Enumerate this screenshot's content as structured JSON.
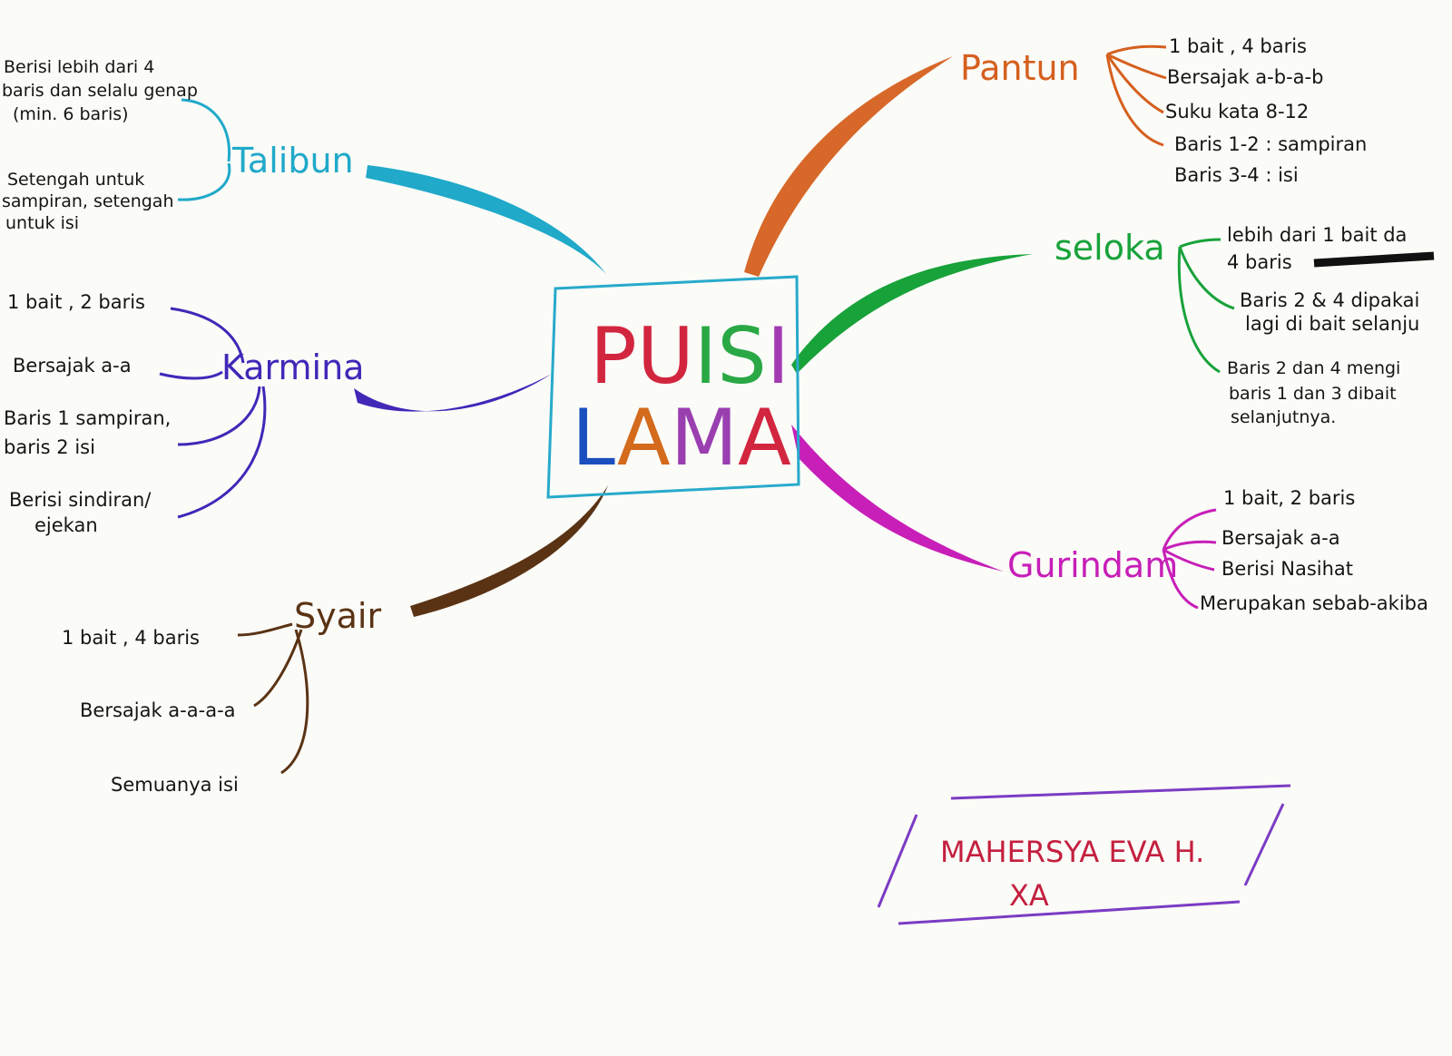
{
  "center": {
    "line1": "PUISI",
    "line2": "LAMA"
  },
  "letter_colors": [
    "#d2263f",
    "#d2263f",
    "#2aa845",
    "#2aa845",
    "#a43ab2",
    "#1b4fbf",
    "#d36a1c",
    "#9a3fb0",
    "#d2263f"
  ],
  "branches": [
    {
      "key": "pantun",
      "title": "Pantun",
      "color": "#d5601e",
      "notes": [
        "1 bait , 4 baris",
        "Bersajak a-b-a-b",
        "Suku kata 8-12",
        "Baris 1-2 : sampiran",
        "Baris 3-4 : isi"
      ]
    },
    {
      "key": "seloka",
      "title": "seloka",
      "color": "#18a23a",
      "notes": [
        "lebih dari 1 bait da",
        "4 baris",
        "Baris 2 & 4 dipakai",
        "lagi di bait selanju",
        "Baris 2 dan 4 mengi",
        "baris 1 dan 3 dibait",
        "selanjutnya."
      ]
    },
    {
      "key": "gurindam",
      "title": "Gurindam",
      "color": "#c71fb8",
      "notes": [
        "1 bait, 2 baris",
        "Bersajak a-a",
        "Berisi Nasihat",
        "Merupakan sebab-akiba"
      ]
    },
    {
      "key": "talibun",
      "title": "Talibun",
      "color": "#20a9c9",
      "notes": [
        "Berisi lebih dari 4",
        "baris dan selalu genap",
        "(min. 6 baris)",
        "Setengah untuk",
        "sampiran, setengah",
        "untuk isi"
      ]
    },
    {
      "key": "karmina",
      "title": "Karmina",
      "color": "#4227b8",
      "notes": [
        "1 bait , 2 baris",
        "Bersajak a-a",
        "Baris 1 sampiran,",
        "baris 2 isi",
        "Berisi sindiran/",
        "ejekan"
      ]
    },
    {
      "key": "syair",
      "title": "Syair",
      "color": "#5a3314",
      "notes": [
        "1 bait , 4 baris",
        "Bersajak a-a-a-a",
        "Semuanya isi"
      ]
    }
  ],
  "author": {
    "name": "MAHERSYA EVA H.",
    "class": "XA",
    "color": "#c4203f",
    "frame_color": "#7b3cc4"
  }
}
